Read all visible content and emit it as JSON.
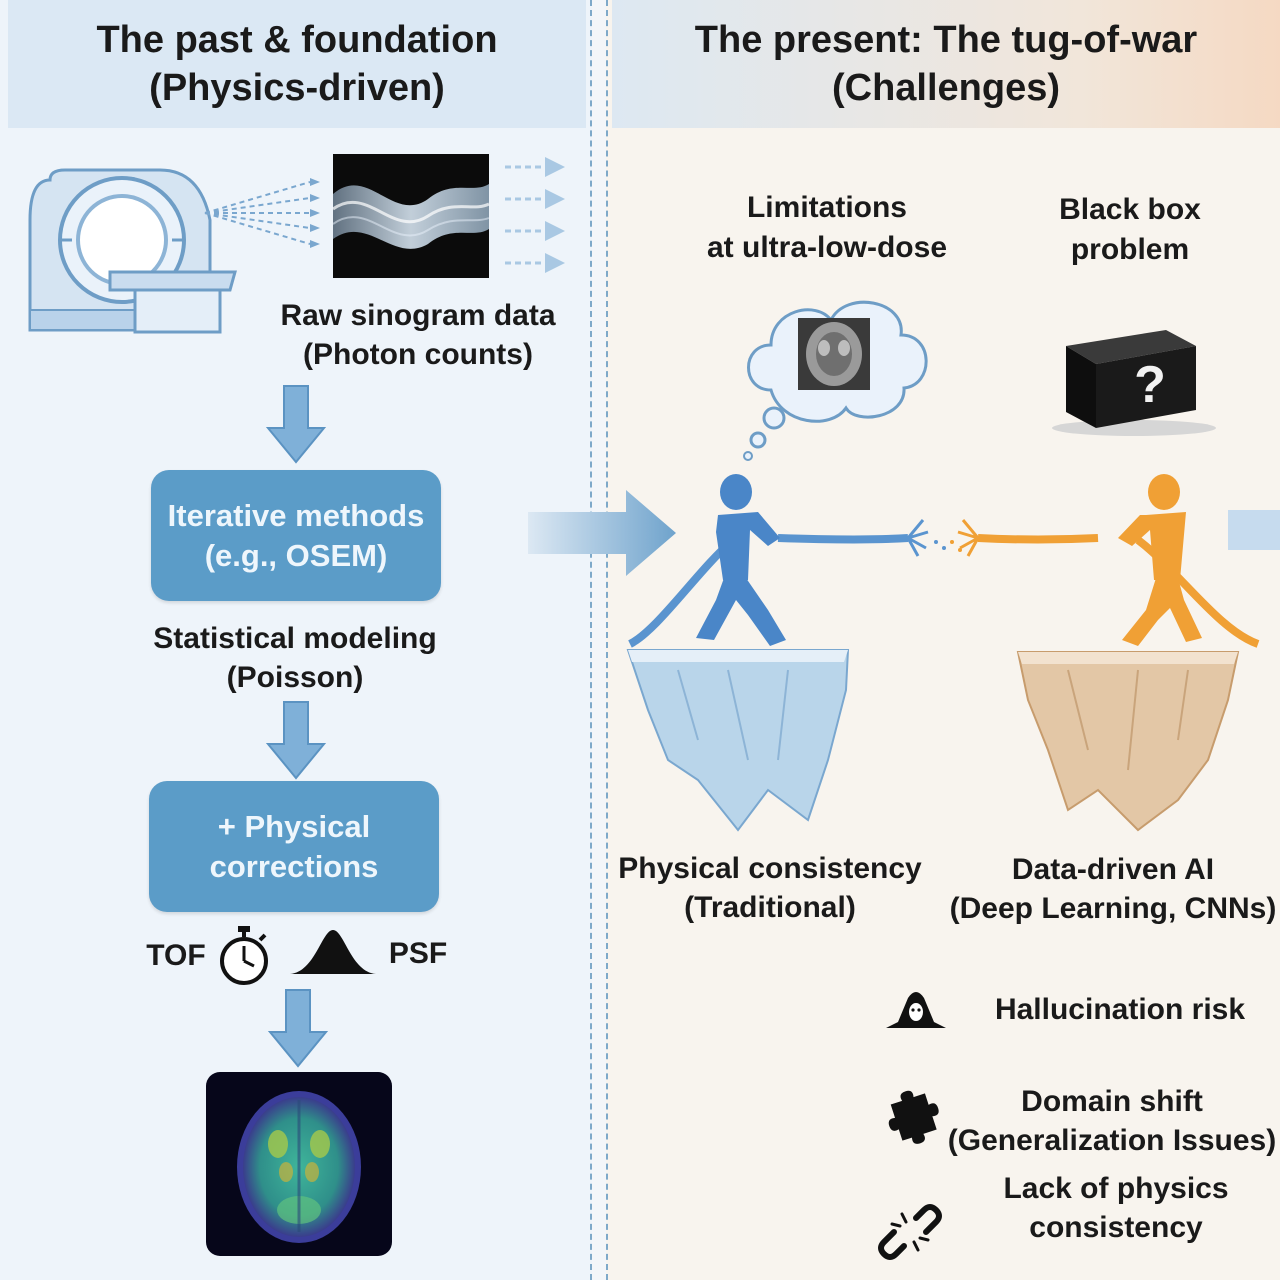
{
  "left_panel": {
    "title_line1": "The past & foundation",
    "title_line2": "(Physics-driven)",
    "sinogram_label_line1": "Raw sinogram data",
    "sinogram_label_line2": "(Photon counts)",
    "iterative_box_line1": "Iterative methods",
    "iterative_box_line2": "(e.g., OSEM)",
    "statistical_line1": "Statistical modeling",
    "statistical_line2": "(Poisson)",
    "corrections_box_line1": "+ Physical",
    "corrections_box_line2": "corrections",
    "tof_label": "TOF",
    "psf_label": "PSF"
  },
  "right_panel": {
    "title_line1": "The present: The tug-of-war",
    "title_line2": "(Challenges)",
    "limitations_line1": "Limitations",
    "limitations_line2": "at ultra-low-dose",
    "blackbox_line1": "Black box",
    "blackbox_line2": "problem",
    "blackbox_symbol": "?",
    "physical_line1": "Physical consistency",
    "physical_line2": "(Traditional)",
    "datadriven_line1": "Data-driven AI",
    "datadriven_line2": "(Deep Learning, CNNs)",
    "issues": [
      {
        "label_line1": "Hallucination risk",
        "label_line2": "",
        "icon": "ghost-icon"
      },
      {
        "label_line1": "Domain shift",
        "label_line2": "(Generalization Issues)",
        "icon": "puzzle-icon"
      },
      {
        "label_line1": "Lack of physics",
        "label_line2": "consistency",
        "icon": "broken-link-icon"
      }
    ]
  },
  "colors": {
    "box_blue": "#5b9cc8",
    "arrow_blue": "#6fa3cc",
    "figure_blue": "#4a86c8",
    "figure_orange": "#f0a035",
    "panel_left": "#eef4fa",
    "panel_right": "#f8f4ee"
  }
}
